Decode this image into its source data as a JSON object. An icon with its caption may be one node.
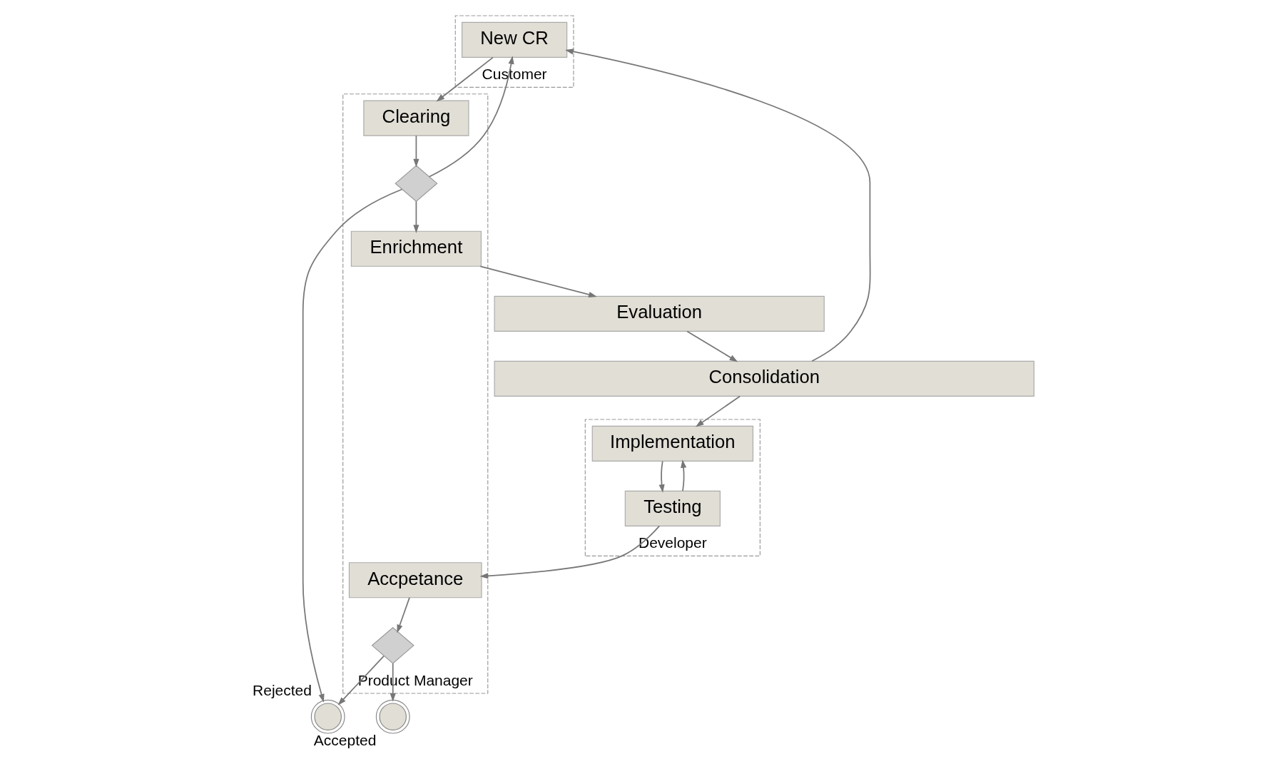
{
  "diagram": {
    "nodes": [
      {
        "text": [
          "Customer"
        ]
      },
      {
        "text": [
          "Product Manager"
        ]
      },
      {
        "text": [
          "Developer"
        ]
      },
      {
        "text": [
          "New CR"
        ],
        "in": 0
      },
      {
        "text": [
          "Clearing"
        ],
        "in": 1
      },
      {
        "text": [],
        "shape": "diamond",
        "in": 1
      },
      {
        "text": [
          "Enrichment"
        ],
        "in": 1
      },
      {
        "text": [
          "Evaluation"
        ]
      },
      {
        "text": [
          "Consolidation"
        ]
      },
      {
        "text": [
          "Implementation"
        ],
        "in": 2
      },
      {
        "text": [
          "Testing"
        ],
        "in": 2
      },
      {
        "text": [
          "Accpetance"
        ],
        "in": 1
      },
      {
        "text": [],
        "shape": "diamond",
        "in": 1
      },
      {
        "text": [],
        "shape": "circle",
        "beside": [
          "Rejected"
        ]
      },
      {
        "text": [],
        "shape": "circle",
        "beside": [
          "Accepted"
        ]
      }
    ],
    "edges": [
      {
        "from": 3,
        "to": 4,
        "arrow": "to"
      },
      {
        "from": 4,
        "to": 5,
        "arrow": "to"
      },
      {
        "from": 5,
        "to": 3,
        "arrow": "to"
      },
      {
        "from": 5,
        "to": 13,
        "arrow": "to"
      },
      {
        "from": 5,
        "to": 6,
        "arrow": "to"
      },
      {
        "from": 6,
        "to": 7,
        "arrow": "to"
      },
      {
        "from": 7,
        "to": 8,
        "arrow": "to"
      },
      {
        "from": 8,
        "to": 3,
        "arrow": "to"
      },
      {
        "from": 8,
        "to": 9,
        "arrow": "to"
      },
      {
        "from": 9,
        "to": 10,
        "arrow": "to"
      },
      {
        "from": 10,
        "to": 11,
        "arrow": "to"
      },
      {
        "from": 10,
        "to": 9,
        "arrow": "to"
      },
      {
        "from": 11,
        "to": 12,
        "arrow": "to"
      },
      {
        "from": 12,
        "to": 14,
        "arrow": "to"
      },
      {
        "from": 12,
        "to": 13,
        "arrow": "to"
      }
    ]
  }
}
